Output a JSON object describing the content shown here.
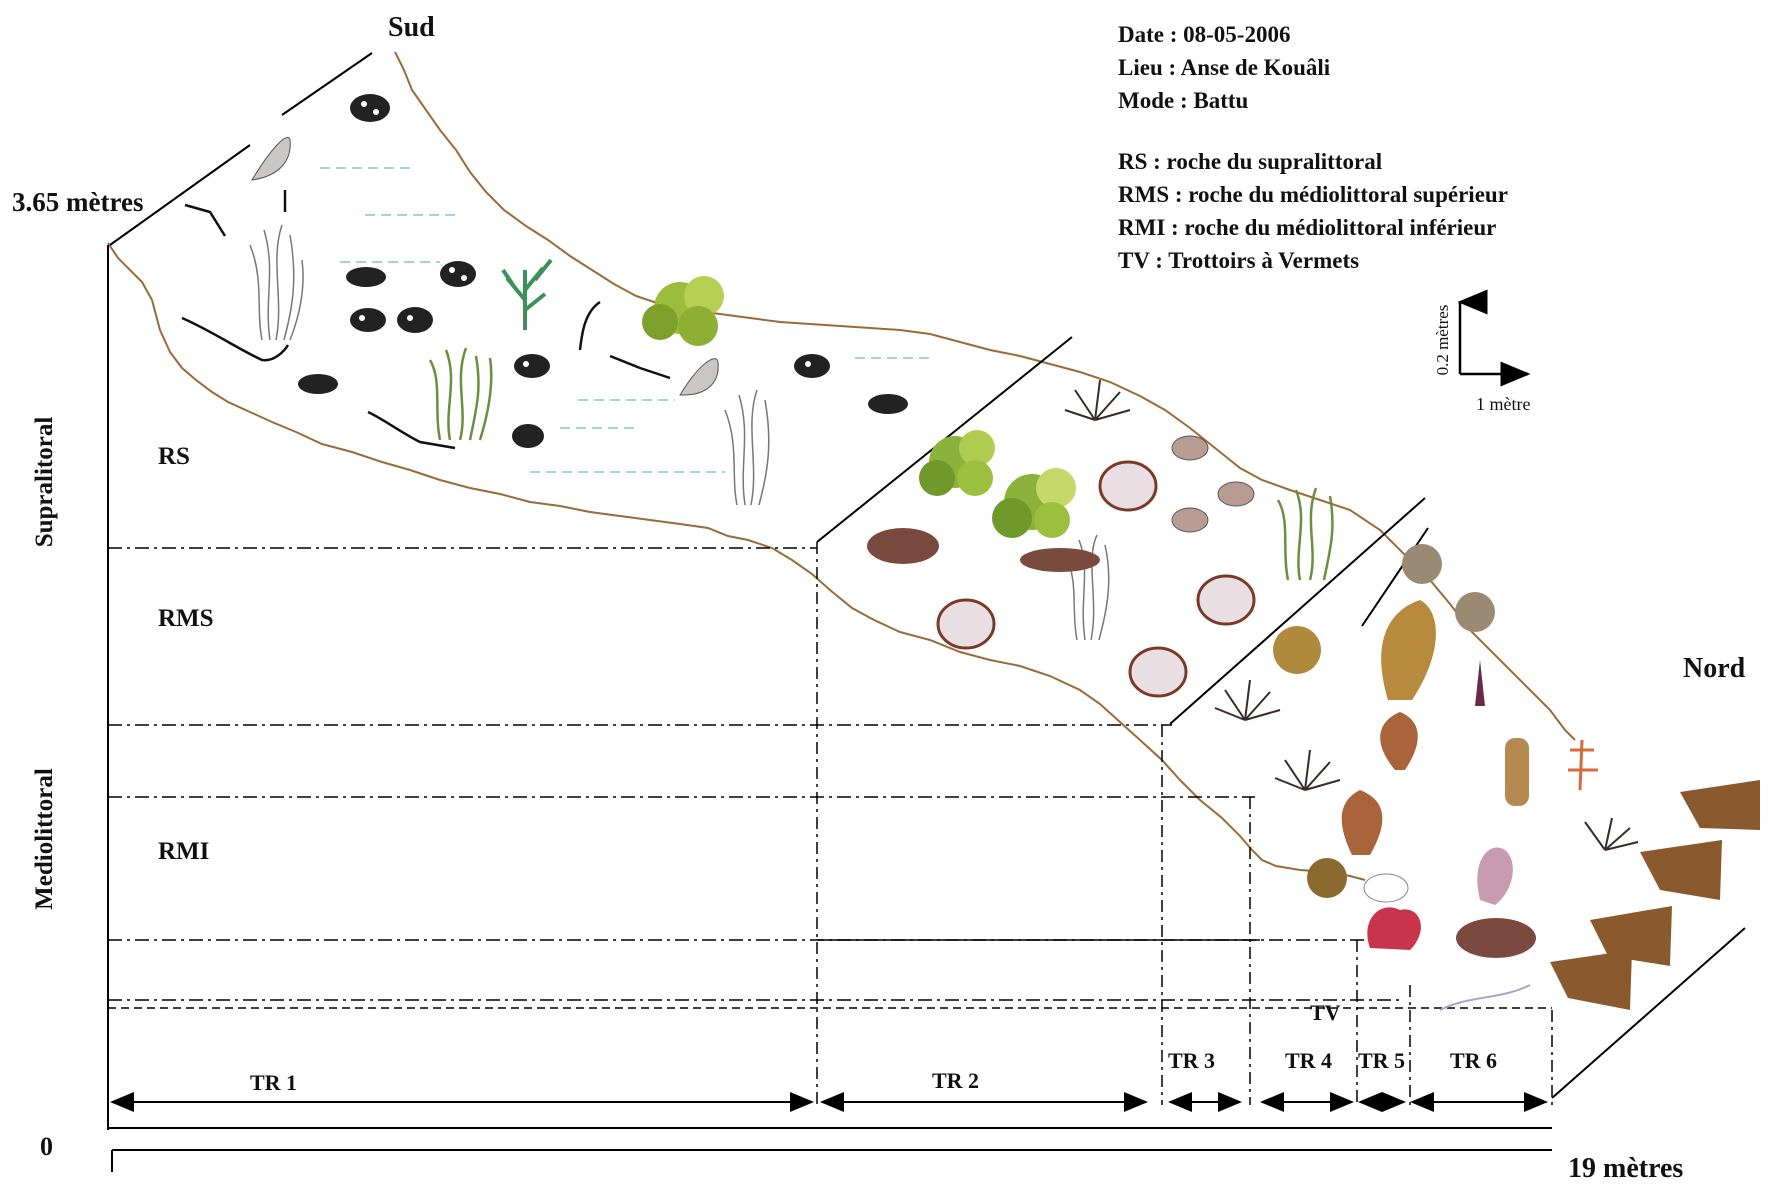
{
  "directions": {
    "south": "Sud",
    "north": "Nord"
  },
  "axis": {
    "height_max": "3.65  mètres",
    "zero": "0",
    "length_max": "19 mètres"
  },
  "info": {
    "date": "Date : 08-05-2006",
    "place": "Lieu : Anse de Kouâli",
    "mode": "Mode : Battu"
  },
  "legend": [
    "RS : roche du supralittoral",
    "RMS : roche du médiolittoral supérieur",
    "RMI : roche du médiolittoral inférieur",
    "TV : Trottoirs à Vermets"
  ],
  "scale": {
    "vertical": "0.2 mètres",
    "horizontal": "1 mètre"
  },
  "stages": {
    "supra": "Supralitoral",
    "medio": "Mediolittoral"
  },
  "zones": {
    "rs": "RS",
    "rms": "RMS",
    "rmi": "RMI",
    "tv": "TV"
  },
  "transects": [
    "TR 1",
    "TR 2",
    "TR 3",
    "TR 4",
    "TR 5",
    "TR 6"
  ],
  "colors": {
    "profile": "#9a6a3a",
    "water": "#9fd3ea",
    "green_alga": "#8db63a",
    "brown_alga": "#8a5a2e",
    "red_alga": "#c8344c"
  }
}
